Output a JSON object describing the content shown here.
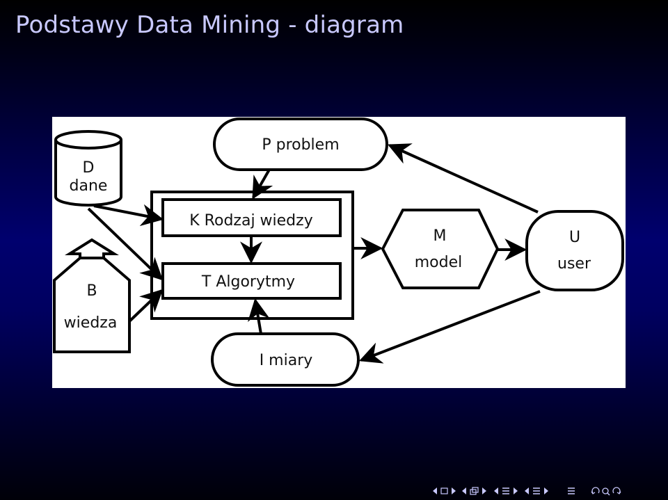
{
  "title": "Podstawy Data Mining - diagram",
  "diagram": {
    "nodes": {
      "d_letter": "D",
      "d_label": "dane",
      "b_letter": "B",
      "b_label": "wiedza",
      "p": "P problem",
      "k": "K Rodzaj wiedzy",
      "t": "T Algorytmy",
      "m_letter": "M",
      "m_label": "model",
      "u_letter": "U",
      "u_label": "user",
      "i": "I miary"
    },
    "edges": [
      {
        "from": "P",
        "to": "K"
      },
      {
        "from": "K",
        "to": "T"
      },
      {
        "from": "D",
        "to": "K"
      },
      {
        "from": "D",
        "to": "T"
      },
      {
        "from": "B",
        "to": "T"
      },
      {
        "from": "I",
        "to": "T"
      },
      {
        "from": "K+T",
        "to": "M"
      },
      {
        "from": "M",
        "to": "U"
      },
      {
        "from": "U",
        "to": "P"
      },
      {
        "from": "U",
        "to": "I"
      }
    ]
  },
  "navigation": {
    "icons": [
      "nav-prev-icon",
      "nav-frame-icon",
      "nav-next-icon",
      "nav-subsection-icon",
      "nav-section-icon",
      "nav-appendix-icon",
      "nav-search-icon"
    ]
  }
}
